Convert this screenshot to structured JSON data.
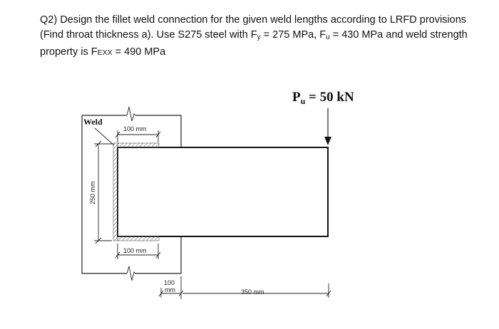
{
  "question": {
    "line1": "Q2) Design the fillet weld connection for the given weld lengths according to LRFD provisions",
    "line2_a": "(Find throat thickness a). Use S275 steel with F",
    "line2_sub_y": "y",
    "line2_b": " = 275 MPa, F",
    "line2_sub_u": "u",
    "line2_c": " = 430 MPa and weld strength",
    "line3_a": "property is F",
    "line3_sub": "EXX",
    "line3_b": " = 490 MPa"
  },
  "diagram": {
    "load_main": "P",
    "load_sub": "u",
    "load_value": " = 50 kN",
    "weld_label": "Weld",
    "dim_top_weld": "100 mm",
    "dim_bottom_weld": "100 mm",
    "dim_vertical": "250 mm",
    "dim_plate_line1": "100",
    "dim_plate_line2": "mm",
    "dim_beam": "350 mm"
  }
}
